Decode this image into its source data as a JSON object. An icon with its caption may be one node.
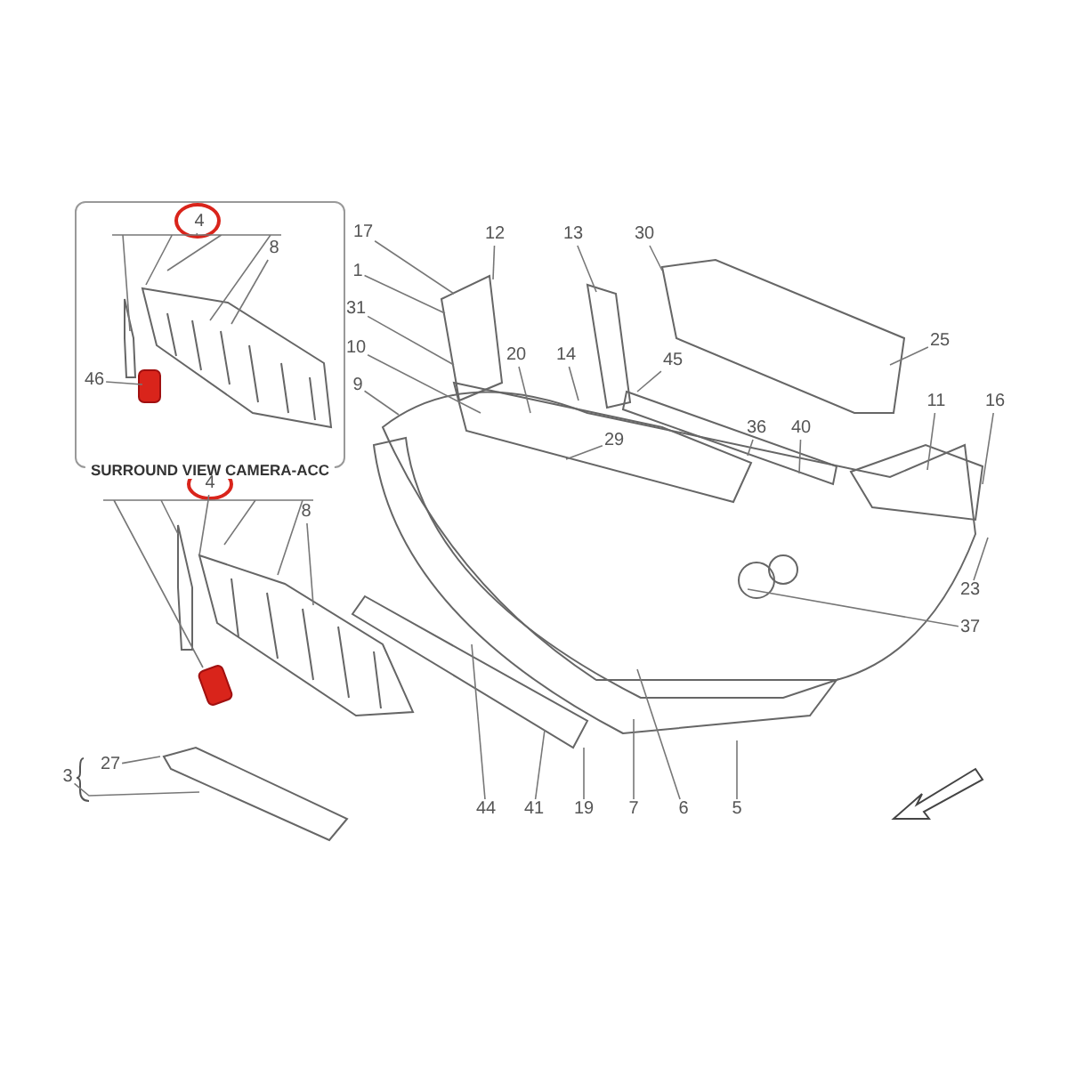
{
  "diagram": {
    "nodes": [
      {
        "text": [
          "SURROUND VIEW CAMERA-ACC"
        ]
      },
      {
        "text": [
          "4"
        ],
        "in": 0
      },
      {
        "text": [
          "8"
        ],
        "in": 0
      },
      {
        "text": [
          "46"
        ],
        "in": 0
      },
      {
        "text": [
          "17"
        ]
      },
      {
        "text": [
          "12"
        ]
      },
      {
        "text": [
          "13"
        ]
      },
      {
        "text": [
          "30"
        ]
      },
      {
        "text": [
          "1"
        ]
      },
      {
        "text": [
          "31"
        ]
      },
      {
        "text": [
          "10"
        ]
      },
      {
        "text": [
          "9"
        ]
      },
      {
        "text": [
          "20"
        ]
      },
      {
        "text": [
          "14"
        ]
      },
      {
        "text": [
          "45"
        ]
      },
      {
        "text": [
          "25"
        ]
      },
      {
        "text": [
          "4"
        ]
      },
      {
        "text": [
          "8"
        ]
      },
      {
        "text": [
          "36"
        ]
      },
      {
        "text": [
          "40"
        ]
      },
      {
        "text": [
          "11"
        ]
      },
      {
        "text": [
          "16"
        ]
      },
      {
        "text": [
          "29"
        ]
      },
      {
        "text": [
          "23"
        ]
      },
      {
        "text": [
          "37"
        ]
      },
      {
        "text": [
          "3"
        ]
      },
      {
        "text": [
          "27"
        ]
      },
      {
        "text": [
          "44"
        ]
      },
      {
        "text": [
          "41"
        ]
      },
      {
        "text": [
          "19"
        ]
      },
      {
        "text": [
          "7"
        ]
      },
      {
        "text": [
          "6"
        ]
      },
      {
        "text": [
          "5"
        ]
      }
    ],
    "edges": [
      {
        "from": 1,
        "to": null,
        "arrow": "none"
      },
      {
        "from": 2,
        "to": null,
        "arrow": "none"
      },
      {
        "from": 3,
        "to": null,
        "arrow": "none"
      },
      {
        "from": 4,
        "to": null,
        "arrow": "none"
      },
      {
        "from": 5,
        "to": null,
        "arrow": "none"
      },
      {
        "from": 6,
        "to": null,
        "arrow": "none"
      },
      {
        "from": 7,
        "to": null,
        "arrow": "none"
      },
      {
        "from": 8,
        "to": null,
        "arrow": "none"
      },
      {
        "from": 9,
        "to": null,
        "arrow": "none"
      },
      {
        "from": 10,
        "to": null,
        "arrow": "none"
      },
      {
        "from": 11,
        "to": null,
        "arrow": "none"
      },
      {
        "from": 12,
        "to": null,
        "arrow": "none"
      },
      {
        "from": 13,
        "to": null,
        "arrow": "none"
      },
      {
        "from": 14,
        "to": null,
        "arrow": "none"
      },
      {
        "from": 15,
        "to": null,
        "arrow": "none"
      },
      {
        "from": 16,
        "to": null,
        "arrow": "none"
      },
      {
        "from": 17,
        "to": null,
        "arrow": "none"
      },
      {
        "from": 18,
        "to": null,
        "arrow": "none"
      },
      {
        "from": 19,
        "to": null,
        "arrow": "none"
      },
      {
        "from": 20,
        "to": null,
        "arrow": "none"
      },
      {
        "from": 21,
        "to": null,
        "arrow": "none"
      },
      {
        "from": 22,
        "to": null,
        "arrow": "none"
      },
      {
        "from": 23,
        "to": null,
        "arrow": "none"
      },
      {
        "from": 24,
        "to": null,
        "arrow": "none"
      },
      {
        "from": 25,
        "to": null,
        "arrow": "none"
      },
      {
        "from": 26,
        "to": null,
        "arrow": "none"
      },
      {
        "from": 27,
        "to": null,
        "arrow": "none"
      },
      {
        "from": 28,
        "to": null,
        "arrow": "none"
      },
      {
        "from": 29,
        "to": null,
        "arrow": "none"
      },
      {
        "from": 30,
        "to": null,
        "arrow": "none"
      },
      {
        "from": 31,
        "to": null,
        "arrow": "none"
      },
      {
        "from": 32,
        "to": null,
        "arrow": "none"
      }
    ]
  }
}
